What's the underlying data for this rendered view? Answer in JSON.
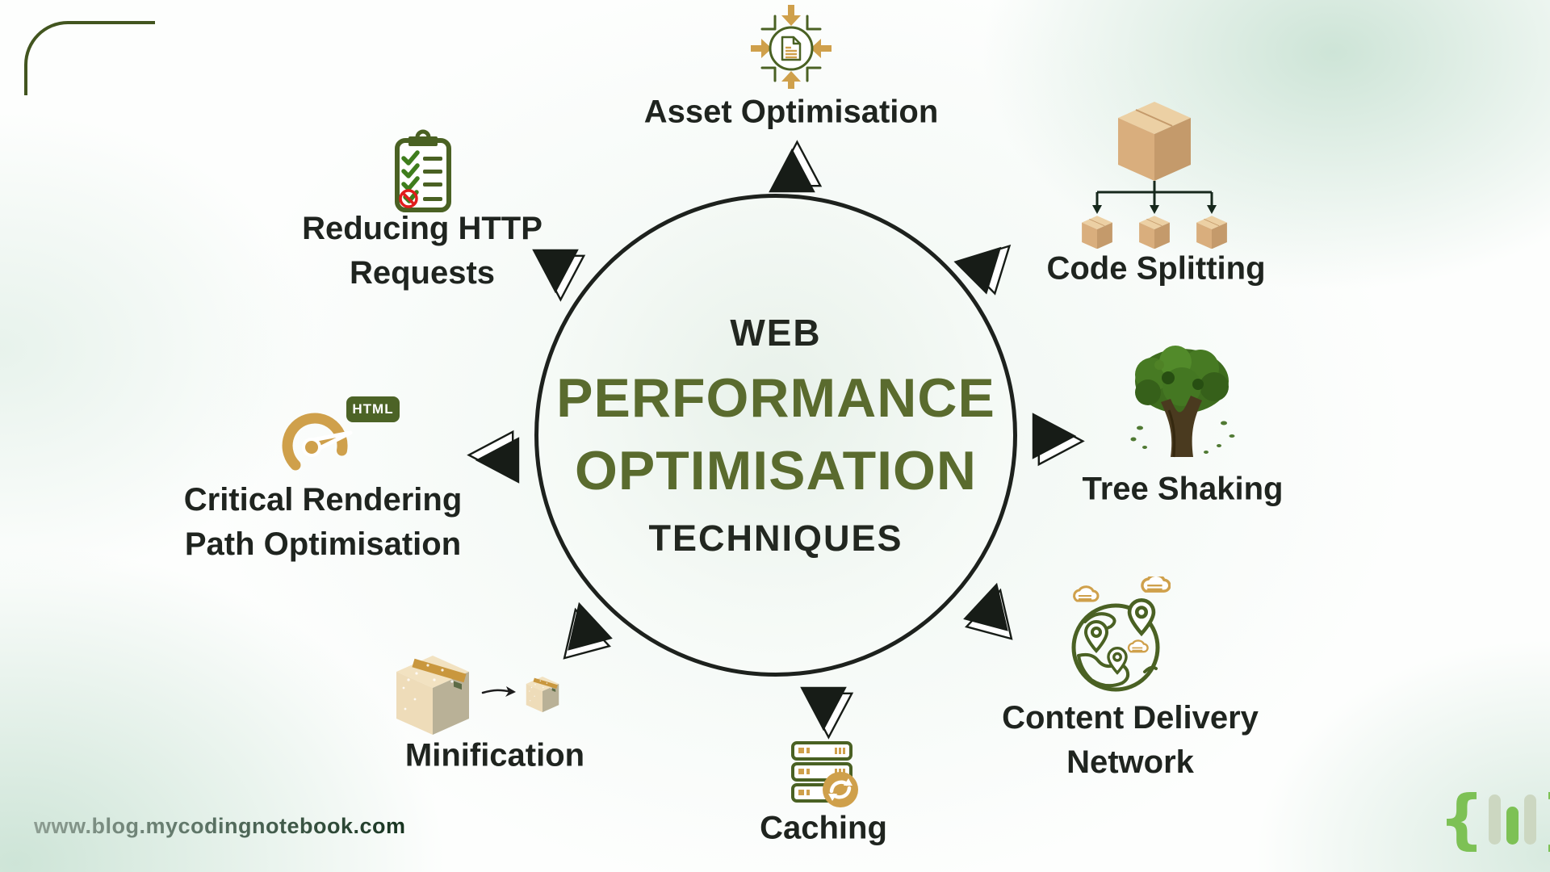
{
  "center": {
    "kicker": "WEB",
    "title_line1": "PERFORMANCE",
    "title_line2": "OPTIMISATION",
    "subtitle": "TECHNIQUES"
  },
  "techniques": [
    {
      "label": "Asset Optimisation",
      "icon": "compress-document-icon"
    },
    {
      "label": "Code Splitting",
      "icon": "box-splitting-icon"
    },
    {
      "label": "Tree Shaking",
      "icon": "tree-icon"
    },
    {
      "label": "Content Delivery Network",
      "icon": "globe-pins-icon"
    },
    {
      "label": "Caching",
      "icon": "server-refresh-icon"
    },
    {
      "label": "Minification",
      "icon": "box-shrink-icon"
    },
    {
      "label": "Critical Rendering Path Optimisation",
      "icon": "speedometer-icon",
      "badge": "HTML"
    },
    {
      "label": "Reducing HTTP Requests",
      "icon": "checklist-icon"
    }
  ],
  "watermark": {
    "url_text": "www.blog.mycodingnotebook.com"
  },
  "colors": {
    "accent_olive": "#5a6b2e",
    "icon_green": "#4a6123",
    "gold": "#cfa04b",
    "text_dark": "#1f241f",
    "box_tan": "#d9ae7d",
    "logo_green": "#7dc155",
    "logo_sage": "#ccd7c1",
    "error_red": "#e11c1c"
  }
}
